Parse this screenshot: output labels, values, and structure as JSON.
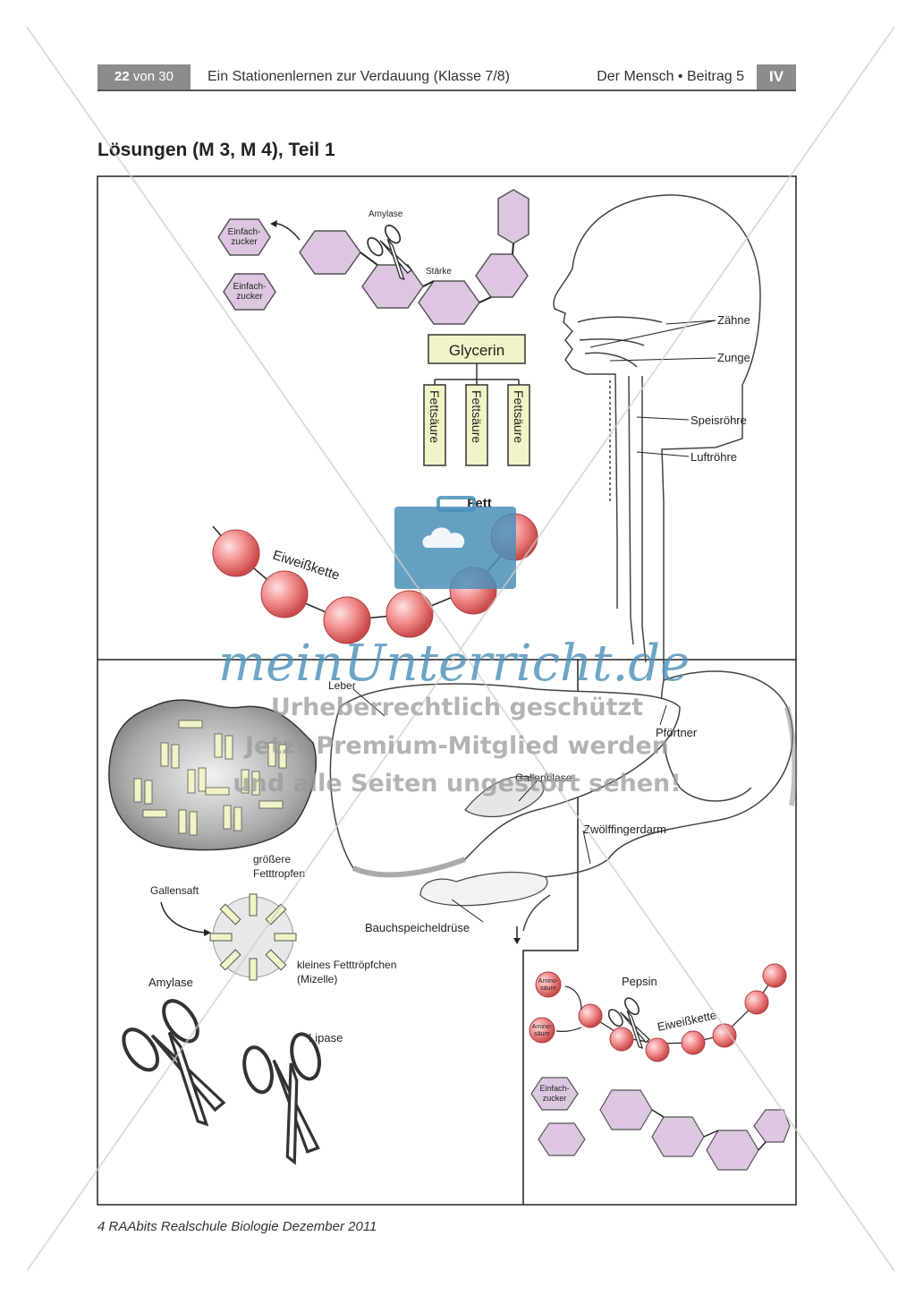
{
  "header": {
    "page_current": "22",
    "page_of": "von 30",
    "title": "Ein Stationenlernen zur Verdauung (Klasse 7/8)",
    "series": "Der Mensch • Beitrag 5",
    "roman": "IV"
  },
  "section_title": "Lösungen (M 3, M 4), Teil 1",
  "footer": "4 RAAbits Realschule Biologie Dezember 2011",
  "top_panel": {
    "einfachzucker_1": [
      "Einfach-",
      "zucker"
    ],
    "einfachzucker_2": [
      "Einfach-",
      "zucker"
    ],
    "amylase": "Amylase",
    "staerke": "Stärke",
    "glycerin": "Glycerin",
    "fettsaeure": "Fettsäure",
    "fett": "Fett",
    "eiweisskette": "Eiweißkette"
  },
  "body_labels": {
    "zaehne": "Zähne",
    "zunge": "Zunge",
    "speiseroehre": "Speisröhre",
    "luftroehre": "Luftröhre",
    "leber": "Leber",
    "pfoertner": "Pförtner",
    "gallenblase": "Gallenblase",
    "zwoelffingerdarm": "Zwölffingerdarm",
    "bauchspeicheldruese": "Bauchspeicheldrüse"
  },
  "fat_panel": {
    "groessere": [
      "größere",
      "Fetttropfen"
    ],
    "gallensaft": "Gallensaft",
    "kleines": [
      "kleines Fetttröpfchen",
      "(Mizelle)"
    ],
    "amylase": "Amylase",
    "lipase": "Lipase"
  },
  "stomach_panel": {
    "aminosaeure_1": [
      "Amino-",
      "säure"
    ],
    "aminosaeure_2": [
      "Amino-",
      "säure"
    ],
    "pepsin": "Pepsin",
    "eiweisskette": "Eiweißkette",
    "einfachzucker": [
      "Einfach-",
      "zucker"
    ]
  },
  "watermark": {
    "brand": "meinUnterricht.de",
    "line1": "Urheberrechtlich geschützt",
    "line2": "Jetzt Premium-Mitglied werden",
    "line3": "und alle Seiten ungestört sehen!"
  },
  "colors": {
    "hexagon_fill": "#dcc6e0",
    "hexagon_stroke": "#555555",
    "bead_fill": "#f08a8a",
    "glycerin_fill": "#f2f3c6",
    "header_gray": "#8c8c8c",
    "watermark_blue": "#4a8fb8"
  }
}
